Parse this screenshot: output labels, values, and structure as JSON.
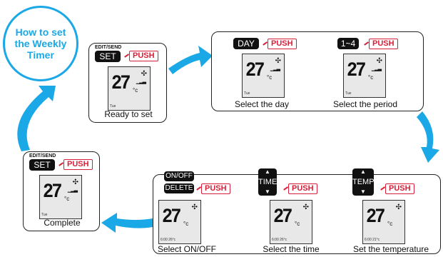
{
  "title_badge": "How to set\nthe Weekly\nTimer",
  "colors": {
    "accent": "#1aa8e6",
    "push": "#d6203a"
  },
  "steps": {
    "ready": {
      "edit_label": "EDIT/SEND",
      "key": "SET",
      "push": "PUSH",
      "caption": "Ready to set",
      "lcd_temp": "27"
    },
    "day": {
      "key": "DAY",
      "push": "PUSH",
      "caption": "Select the day",
      "lcd_temp": "27"
    },
    "period": {
      "key": "1~4",
      "push": "PUSH",
      "caption": "Select the period",
      "lcd_temp": "27"
    },
    "onoff": {
      "key_top": "ON/OFF",
      "key_bottom": "DELETE",
      "push": "PUSH",
      "caption": "Select ON/OFF",
      "lcd_temp": "27",
      "lcd_time": "6:00 26°c"
    },
    "time": {
      "key": "TIME",
      "push": "PUSH",
      "caption": "Select the time",
      "lcd_temp": "27",
      "lcd_time": "6:00 26°c"
    },
    "temp": {
      "key": "TEMP",
      "push": "PUSH",
      "caption": "Set the temperature",
      "lcd_temp": "27",
      "lcd_time": "6:00 21°c"
    },
    "complete": {
      "edit_label": "EDIT/SEND",
      "key": "SET",
      "push": "PUSH",
      "caption": "Complete",
      "lcd_temp": "27"
    }
  },
  "lcd_unit": "°c",
  "lcd_day": "Tue"
}
